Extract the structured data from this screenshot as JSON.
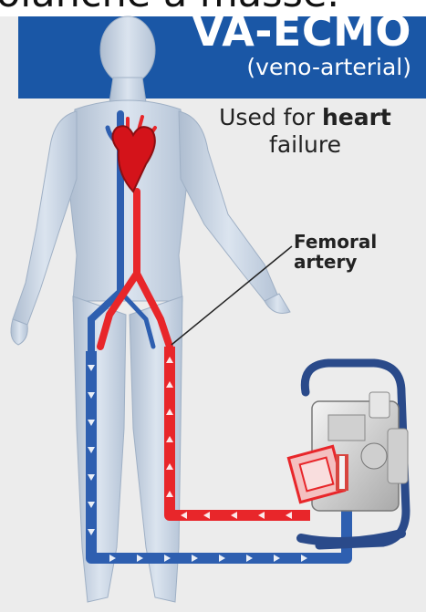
{
  "header": {
    "caption_fragment": "olanche a masse.",
    "title": "VA-ECMO",
    "subtitle": "(veno-arterial)",
    "bg_color": "#1a57a6"
  },
  "usage": {
    "prefix": "Used for ",
    "bold": "heart",
    "suffix": "failure"
  },
  "callout": {
    "line1": "Femoral",
    "line2": "artery"
  },
  "colors": {
    "arterial": "#e8262a",
    "venous": "#2e5fb0",
    "body": "#c7d4e3",
    "panel": "#ececec"
  },
  "icons": [
    "heart-icon",
    "ecmo-machine-icon",
    "body-figure-icon"
  ]
}
